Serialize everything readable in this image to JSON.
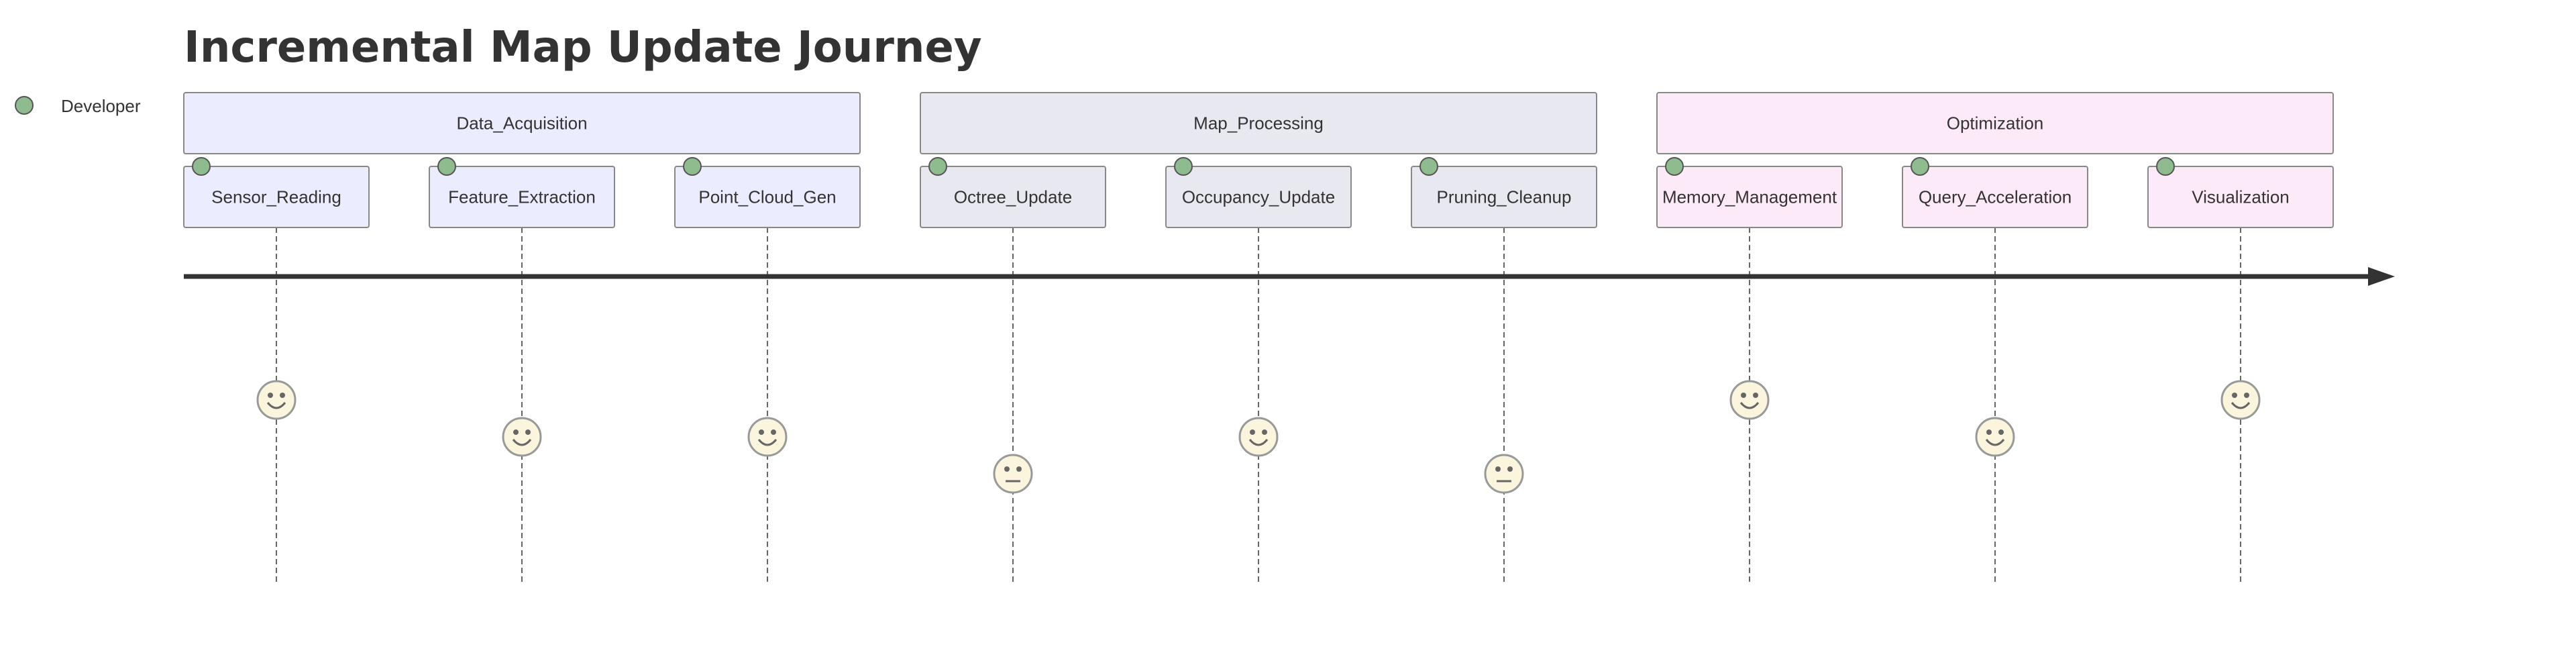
{
  "title": "Incremental Map Update Journey",
  "actor": {
    "name": "Developer",
    "color": "#8fbc8f"
  },
  "colors": {
    "section_fills": [
      "#ececff",
      "#e8e8f0",
      "#fdeaf8"
    ],
    "stroke": "#888888",
    "axis": "#333333",
    "face_fill": "#faf5dc",
    "face_stroke": "#999999"
  },
  "sections": [
    {
      "name": "Data_Acquisition",
      "tasks": [
        {
          "name": "Sensor_Reading",
          "score": 5
        },
        {
          "name": "Feature_Extraction",
          "score": 4
        },
        {
          "name": "Point_Cloud_Gen",
          "score": 4
        }
      ]
    },
    {
      "name": "Map_Processing",
      "tasks": [
        {
          "name": "Octree_Update",
          "score": 3
        },
        {
          "name": "Occupancy_Update",
          "score": 4
        },
        {
          "name": "Pruning_Cleanup",
          "score": 3
        }
      ]
    },
    {
      "name": "Optimization",
      "tasks": [
        {
          "name": "Memory_Management",
          "score": 5
        },
        {
          "name": "Query_Acceleration",
          "score": 4
        },
        {
          "name": "Visualization",
          "score": 5
        }
      ]
    }
  ]
}
